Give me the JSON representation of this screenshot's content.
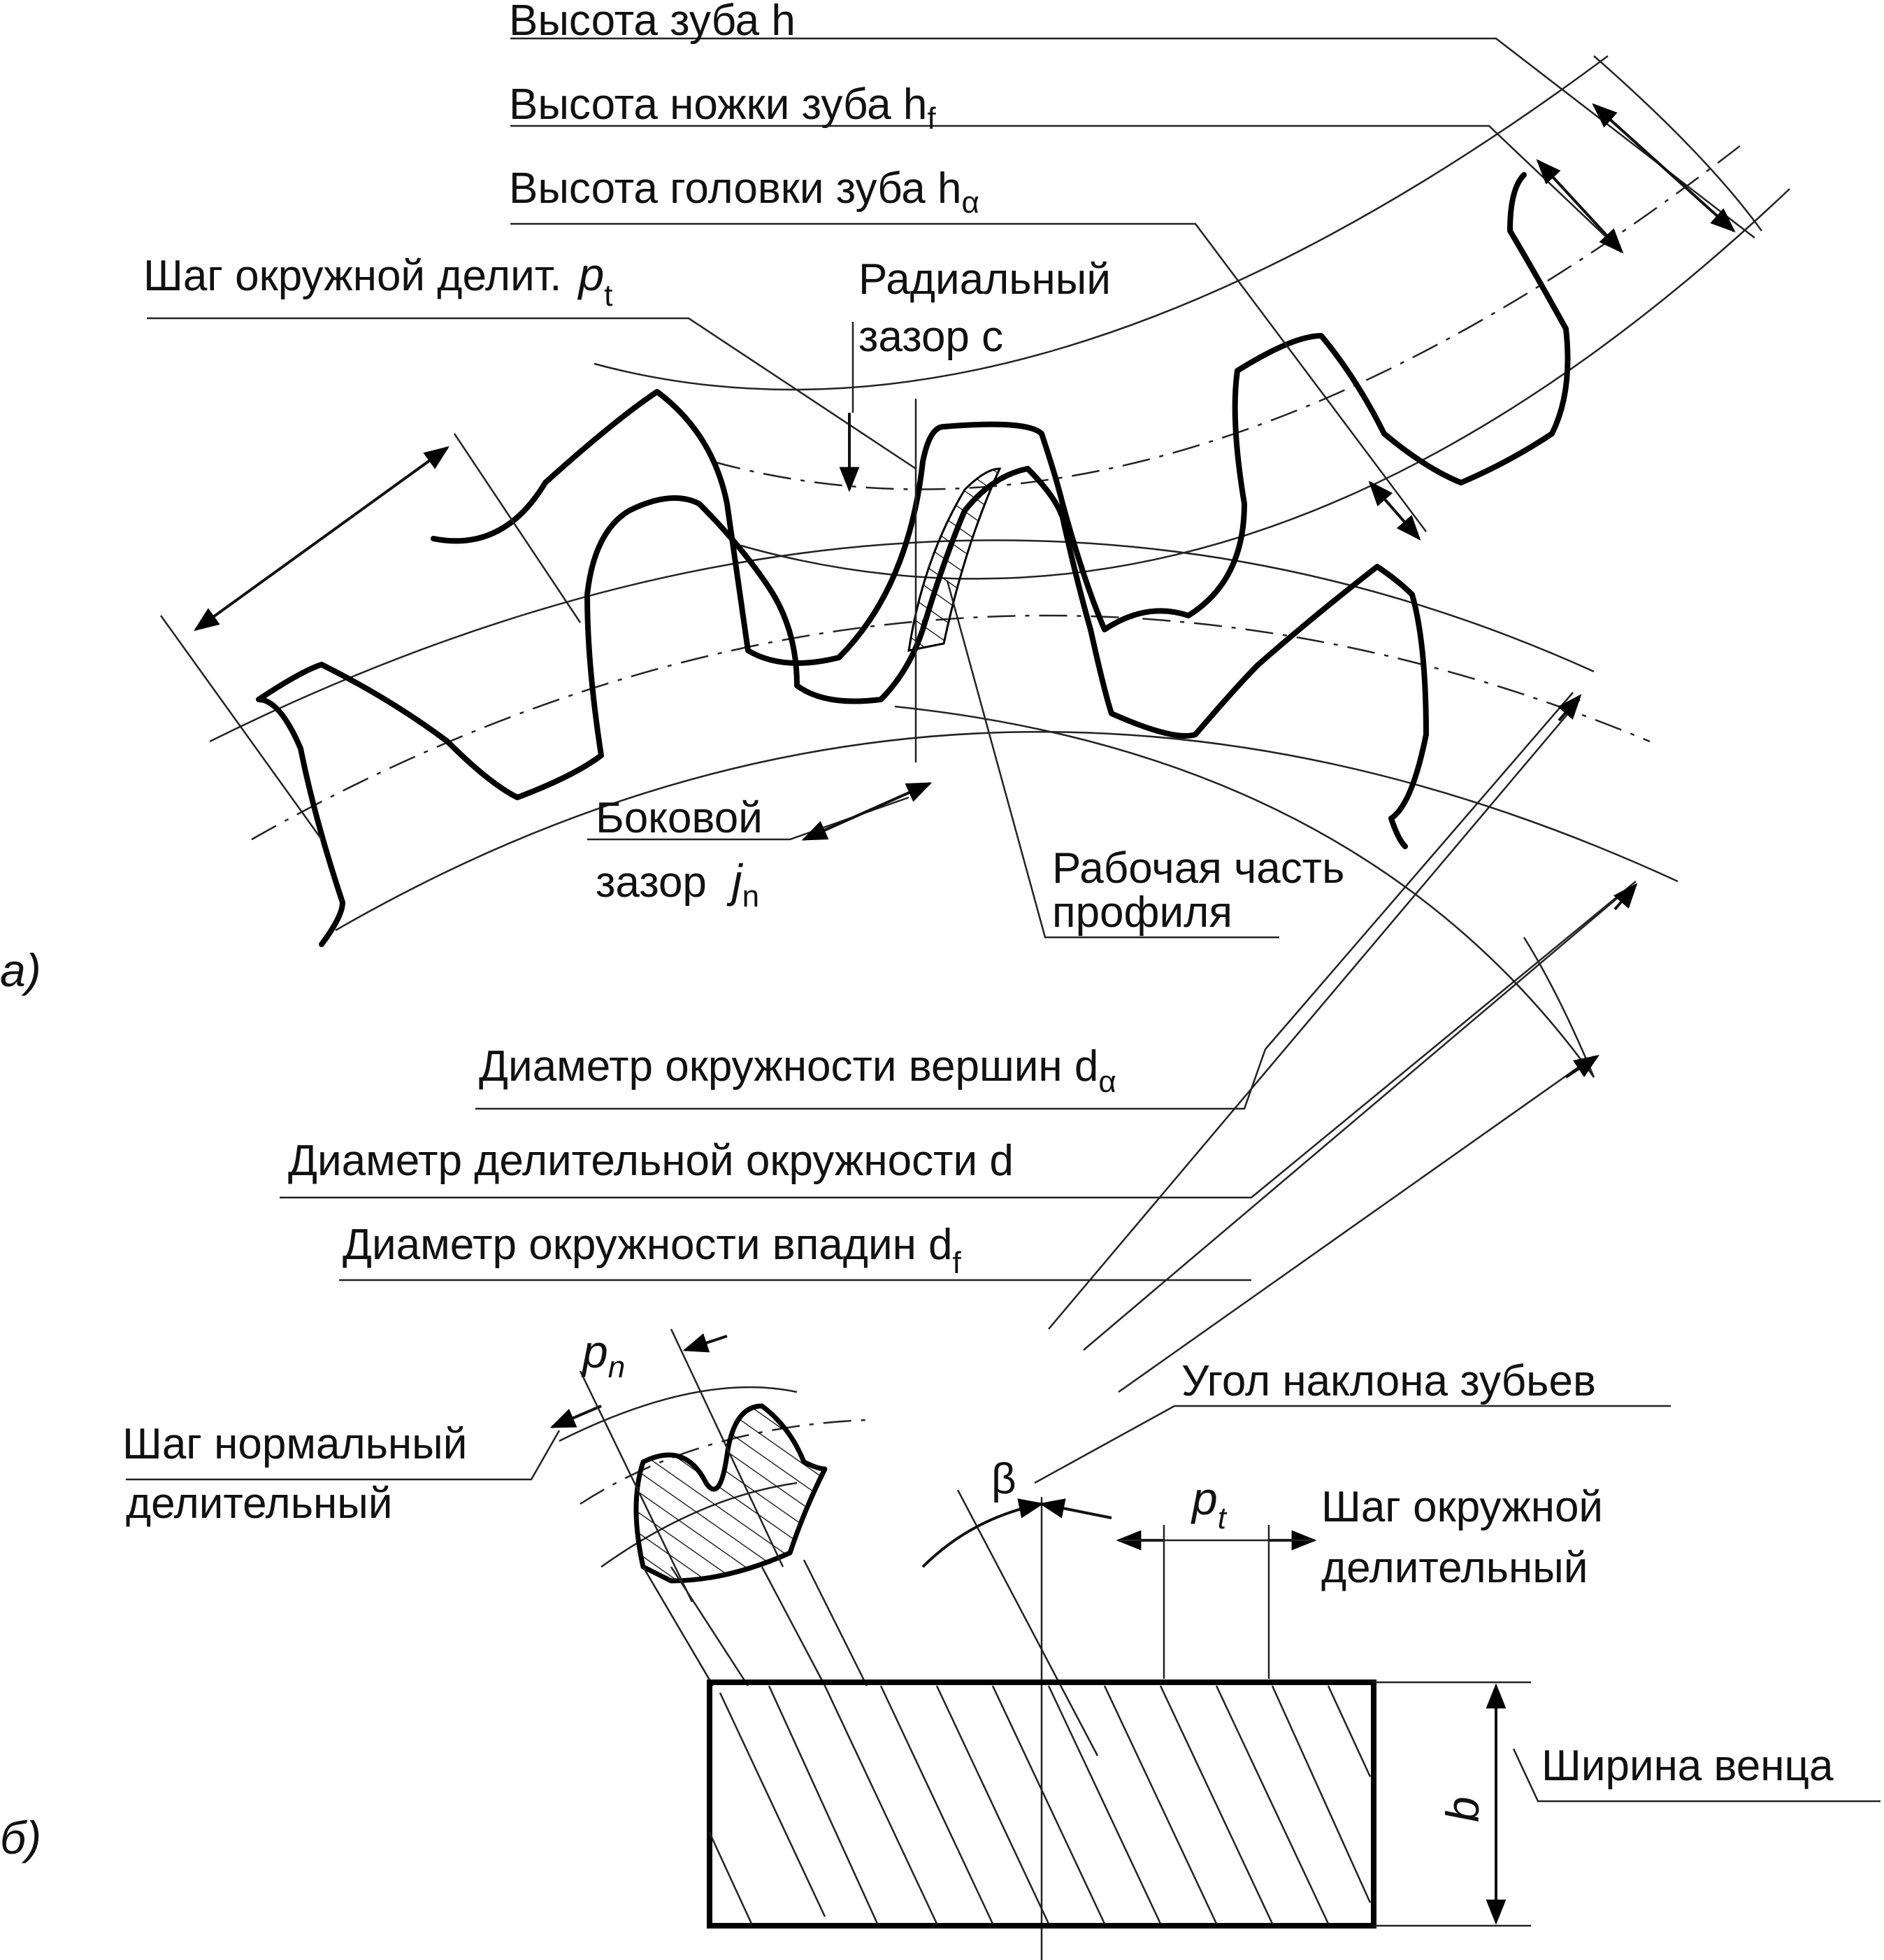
{
  "labels": {
    "tooth_height": "Высота зуба h",
    "dedendum_text": "Высота ножки зуба h",
    "dedendum_sub": "f",
    "addendum_text": "Высота головки зуба h",
    "addendum_sub": "α",
    "circular_pitch_text": "Шаг окружной делит.",
    "circular_pitch_sym": "p",
    "circular_pitch_sub": "t",
    "radial_clearance_1": "Радиальный",
    "radial_clearance_2": "зазор с",
    "backlash_1": "Боковой",
    "backlash_2": "зазор",
    "backlash_sym": "j",
    "backlash_sub": "n",
    "working_profile_1": "Рабочая часть",
    "working_profile_2": "профиля",
    "panel_a": "а)",
    "tip_diameter_text": "Диаметр окружности вершин d",
    "tip_diameter_sub": "α",
    "pitch_diameter": "Диаметр делительной окружности d",
    "root_diameter_text": "Диаметр окружности впадин d",
    "root_diameter_sub": "f",
    "normal_pitch_sym": "p",
    "normal_pitch_sub": "n",
    "normal_pitch_1": "Шаг нормальный",
    "normal_pitch_2": "делительный",
    "helix_angle": "Угол наклона зубьев",
    "beta": "β",
    "transverse_pitch_sym": "p",
    "transverse_pitch_sub": "t",
    "transverse_pitch_1": "Шаг окружной",
    "transverse_pitch_2": "делительный",
    "face_width": "Ширина венца",
    "face_width_sym": "b",
    "panel_b": "б)"
  }
}
